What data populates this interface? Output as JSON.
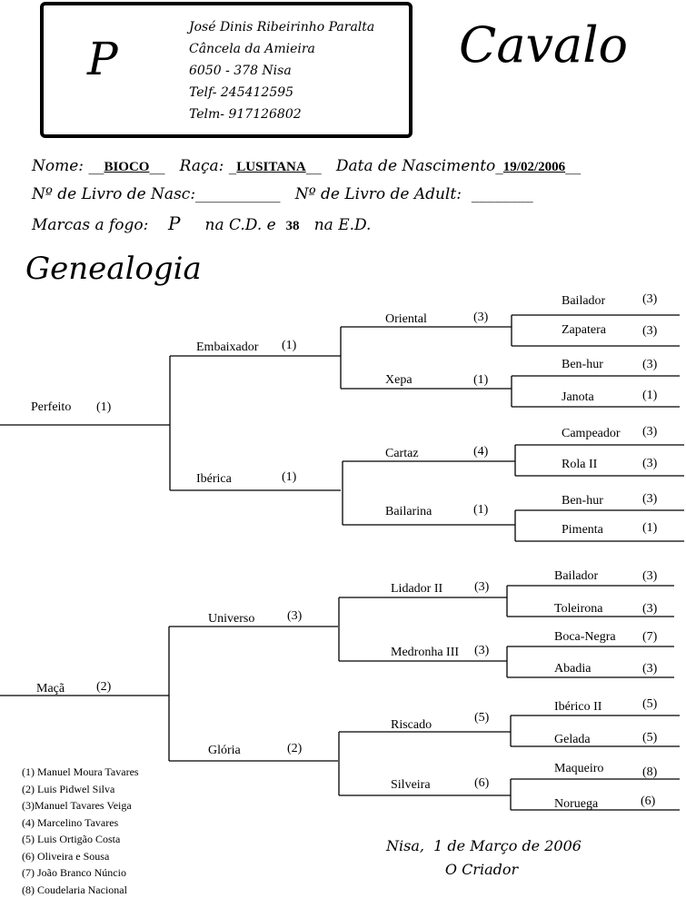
{
  "header": {
    "monogram": "P",
    "address_lines": [
      "José Dinis Ribeirinho Paralta",
      "Câncela da Amieira",
      "6050 - 378 Nisa",
      "Telf- 245412595",
      "Telm- 917126802"
    ],
    "title": "Cavalo"
  },
  "fields": {
    "nome_label": "Nome:",
    "nome_value": "BIOCO",
    "raca_label": "Raça:",
    "raca_value": "LUSITANA",
    "nascimento_label": "Data de Nascimento",
    "nascimento_value": "19/02/2006",
    "livro_nasc_label": "Nº de Livro de Nasc:",
    "livro_nasc_value": "___________",
    "livro_adult_label": "Nº de Livro de Adult:",
    "livro_adult_value": "________",
    "marcas_label": "Marcas a fogo:",
    "marca_cd_symbol": "P",
    "marca_cd_text": "na C.D. e",
    "marca_ed_value": "38",
    "marca_ed_text": "na E.D."
  },
  "genealogy": {
    "title": "Genealogia",
    "sire": {
      "name": "Perfeito",
      "breeder": "(1)",
      "sire": {
        "name": "Embaixador",
        "breeder": "(1)",
        "sire": {
          "name": "Oriental",
          "breeder": "(3)",
          "sire": {
            "name": "Bailador",
            "breeder": "(3)"
          },
          "dam": {
            "name": "Zapatera",
            "breeder": "(3)"
          }
        },
        "dam": {
          "name": "Xepa",
          "breeder": "(1)",
          "sire": {
            "name": "Ben-hur",
            "breeder": "(3)"
          },
          "dam": {
            "name": "Janota",
            "breeder": "(1)"
          }
        }
      },
      "dam": {
        "name": "Ibérica",
        "breeder": "(1)",
        "sire": {
          "name": "Cartaz",
          "breeder": "(4)",
          "sire": {
            "name": "Campeador",
            "breeder": "(3)"
          },
          "dam": {
            "name": "Rola II",
            "breeder": "(3)"
          }
        },
        "dam": {
          "name": "Bailarina",
          "breeder": "(1)",
          "sire": {
            "name": "Ben-hur",
            "breeder": "(3)"
          },
          "dam": {
            "name": "Pimenta",
            "breeder": "(1)"
          }
        }
      }
    },
    "dam": {
      "name": "Maçã",
      "breeder": "(2)",
      "sire": {
        "name": "Universo",
        "breeder": "(3)",
        "sire": {
          "name": "Lidador II",
          "breeder": "(3)",
          "sire": {
            "name": "Bailador",
            "breeder": "(3)"
          },
          "dam": {
            "name": "Toleirona",
            "breeder": "(3)"
          }
        },
        "dam": {
          "name": "Medronha III",
          "breeder": "(3)",
          "sire": {
            "name": "Boca-Negra",
            "breeder": "(7)"
          },
          "dam": {
            "name": "Abadia",
            "breeder": "(3)"
          }
        }
      },
      "dam": {
        "name": "Glória",
        "breeder": "(2)",
        "sire": {
          "name": "Riscado",
          "breeder": "(5)",
          "sire": {
            "name": "Ibérico II",
            "breeder": "(5)"
          },
          "dam": {
            "name": "Gelada",
            "breeder": "(5)"
          }
        },
        "dam": {
          "name": "Silveira",
          "breeder": "(6)",
          "sire": {
            "name": "Maqueiro",
            "breeder": "(8)"
          },
          "dam": {
            "name": "Noruega",
            "breeder": "(6)"
          }
        }
      }
    }
  },
  "breeders_legend": [
    "(1) Manuel Moura Tavares",
    "(2) Luis Pidwel Silva",
    "(3)Manuel Tavares Veiga",
    "(4) Marcelino Tavares",
    "(5) Luis Ortigão Costa",
    "(6) Oliveira e Sousa",
    "(7) João Branco Núncio",
    "(8) Coudelaria Nacional"
  ],
  "footer": {
    "place_date": "Nisa,  1 de Março de 2006",
    "signature": "O Criador"
  }
}
